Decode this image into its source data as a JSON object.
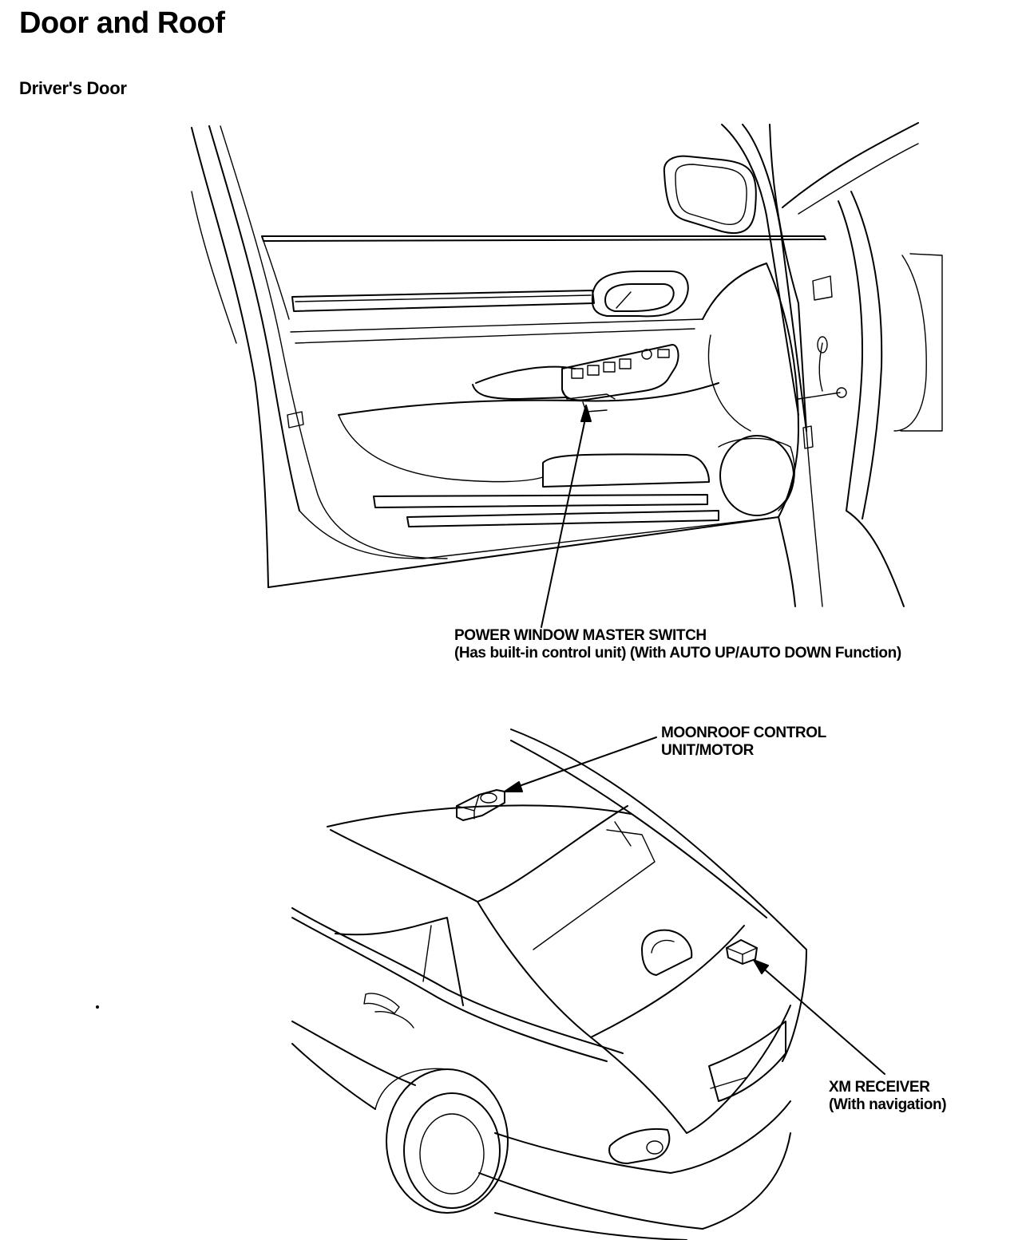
{
  "page": {
    "title": "Door and Roof",
    "section": "Driver's Door"
  },
  "callouts": {
    "power_window": {
      "line1": "POWER WINDOW MASTER SWITCH",
      "line2": "(Has built-in control unit) (With AUTO UP/AUTO DOWN Function)"
    },
    "moonroof": {
      "line1": "MOONROOF CONTROL",
      "line2": "UNIT/MOTOR"
    },
    "xm_receiver": {
      "line1": "XM RECEIVER",
      "line2": "(With navigation)"
    }
  }
}
